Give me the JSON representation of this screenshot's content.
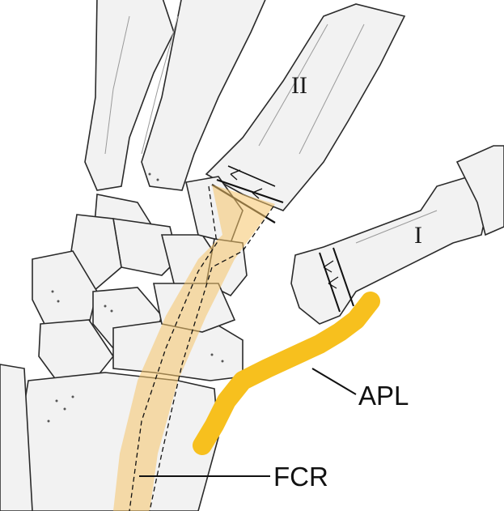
{
  "labels": {
    "metacarpal_2": "II",
    "metacarpal_1": "I",
    "tendon_apl": "APL",
    "tendon_fcr": "FCR"
  },
  "colors": {
    "fcr_tendon": "#f5c46a",
    "apl_tendon": "#f7c01e",
    "bone_outline": "#2a2a2a",
    "bone_fill": "#f2f2f2",
    "background": "#ffffff"
  }
}
